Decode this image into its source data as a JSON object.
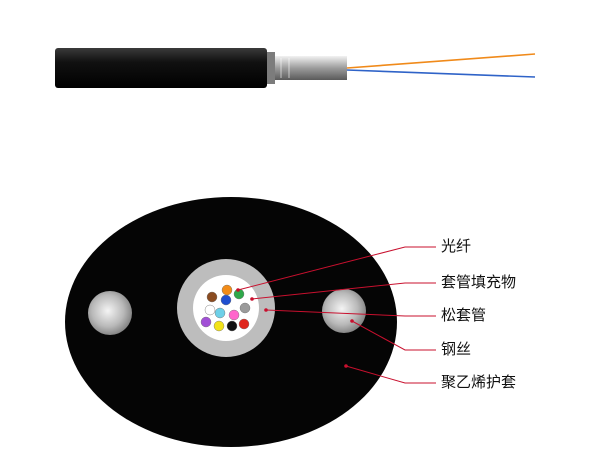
{
  "labels": {
    "fiber": "光纤",
    "tube_filler": "套管填充物",
    "loose_tube": "松套管",
    "steel_wire": "钢丝",
    "pe_sheath": "聚乙烯护套"
  },
  "colors": {
    "sheath": "#050505",
    "tube": "#bfbfbf",
    "leader_line": "#c8102e",
    "fiber_orange": "#f08a1a",
    "fiber_blue": "#2f63c8"
  },
  "fiber_colors": [
    "#1f4fd0",
    "#f28c18",
    "#2ea84a",
    "#8a4b20",
    "#9a9a9a",
    "#ffffff",
    "#e0261c",
    "#111111",
    "#f3e31a",
    "#a14fd6",
    "#ff66cc",
    "#6ed0e8"
  ]
}
